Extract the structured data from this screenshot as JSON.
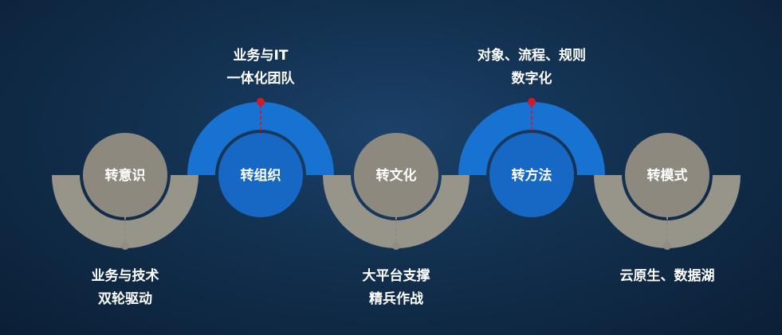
{
  "colors": {
    "background": "#12304f",
    "gray_band": "#97948a",
    "blue_band": "#1872d1",
    "gray_circle": "#8d897f",
    "blue_circle": "#1668c4",
    "red_dot": "#d01a2a",
    "gray_dot": "#8f8c84"
  },
  "stages": [
    {
      "label": "转意识",
      "band": "gray",
      "caption_position": "below",
      "caption_lines": [
        "业务与技术",
        "双轮驱动"
      ]
    },
    {
      "label": "转组织",
      "band": "blue",
      "caption_position": "above",
      "caption_lines": [
        "业务与IT",
        "一体化团队"
      ]
    },
    {
      "label": "转文化",
      "band": "gray",
      "caption_position": "below",
      "caption_lines": [
        "大平台支撑",
        "精兵作战"
      ]
    },
    {
      "label": "转方法",
      "band": "blue",
      "caption_position": "above",
      "caption_lines": [
        "对象、流程、规则",
        "数字化"
      ]
    },
    {
      "label": "转模式",
      "band": "gray",
      "caption_position": "below",
      "caption_lines": [
        "云原生、数据湖"
      ]
    }
  ]
}
